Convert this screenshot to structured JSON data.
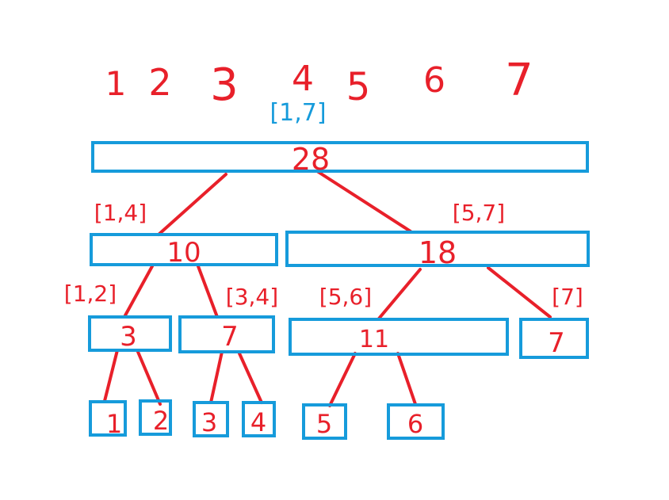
{
  "colors": {
    "box": "#169BDB",
    "ink": "#E8202A",
    "root_label": "#169BDB"
  },
  "top_numbers": [
    "1",
    "2",
    "3",
    "4",
    "5",
    "6",
    "7"
  ],
  "nodes": [
    {
      "id": "n17",
      "range": "[1,7]",
      "sum": "28"
    },
    {
      "id": "n14",
      "range": "[1,4]",
      "sum": "10"
    },
    {
      "id": "n57",
      "range": "[5,7]",
      "sum": "18"
    },
    {
      "id": "n12",
      "range": "[1,2]",
      "sum": "3"
    },
    {
      "id": "n34",
      "range": "[3,4]",
      "sum": "7"
    },
    {
      "id": "n56",
      "range": "[5,6]",
      "sum": "11"
    },
    {
      "id": "n7",
      "range": "[7]",
      "sum": "7"
    },
    {
      "id": "n1",
      "range": "",
      "sum": "1"
    },
    {
      "id": "n2",
      "range": "",
      "sum": "2"
    },
    {
      "id": "n3",
      "range": "",
      "sum": "3"
    },
    {
      "id": "n4",
      "range": "",
      "sum": "4"
    },
    {
      "id": "n5",
      "range": "",
      "sum": "5"
    },
    {
      "id": "n6",
      "range": "",
      "sum": "6"
    }
  ]
}
